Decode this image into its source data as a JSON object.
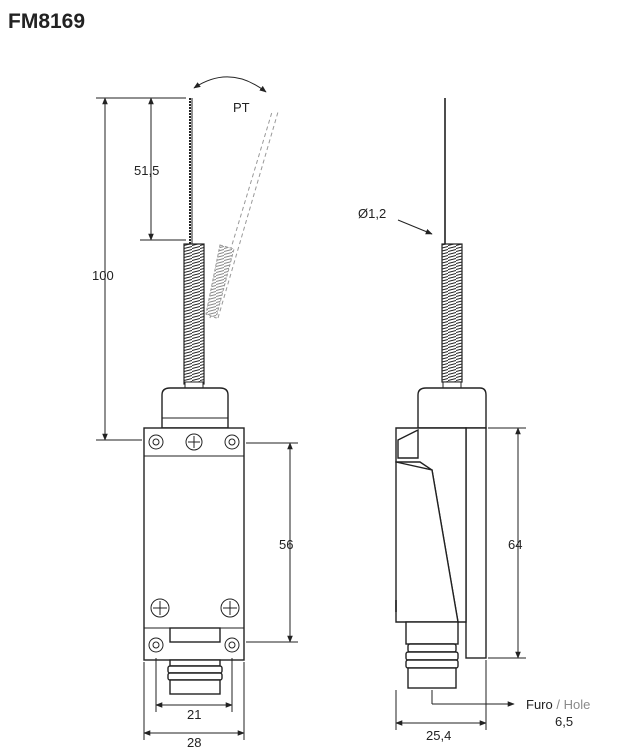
{
  "title": "FM8169",
  "labels": {
    "pt": "PT",
    "dim_51_5": "51,5",
    "dim_100": "100",
    "dim_56": "56",
    "dim_21": "21",
    "dim_28": "28",
    "diameter": "Ø1,2",
    "dim_64": "64",
    "dim_25_4": "25,4",
    "furo": "Furo",
    "slash": " / ",
    "hole": "Hole",
    "hole_size": "6,5"
  },
  "colors": {
    "line": "#222222",
    "hole_label": "#8a8a8a"
  }
}
